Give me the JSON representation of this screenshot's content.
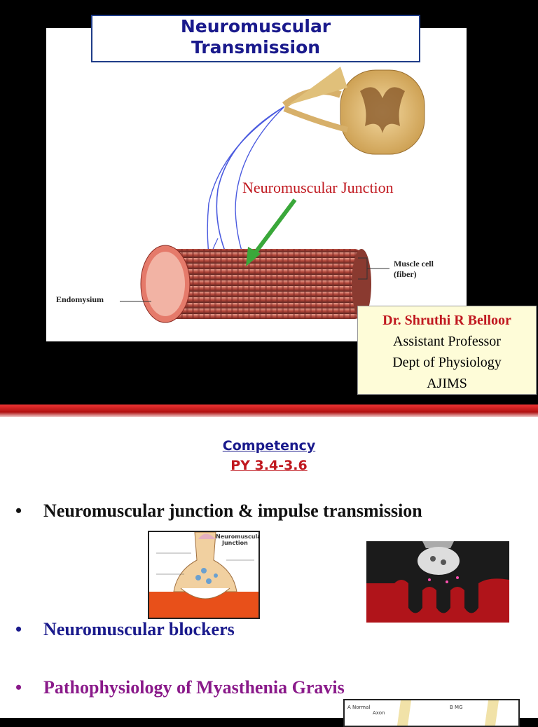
{
  "slide1": {
    "title_line1": "Neuromuscular",
    "title_line2": "Transmission",
    "figure": {
      "junction_label": "Neuromuscular Junction",
      "muscle_label_line1": "Muscle cell",
      "muscle_label_line2": "(fiber)",
      "endomysium_label": "Endomysium"
    },
    "author": {
      "name": "Dr. Shruthi R Belloor",
      "role": "Assistant Professor",
      "dept": "Dept of Physiology",
      "institution": "AJIMS"
    }
  },
  "slide2": {
    "competency_label": "Competency ",
    "competency_code": "PY 3.4-3.6",
    "bullets": [
      {
        "text": "Neuromuscular junction & impulse transmission",
        "color": "#111111"
      },
      {
        "text": "Neuromuscular blockers",
        "color": "#1a1a8c"
      },
      {
        "text": "Pathophysiology of Myasthenia Gravis",
        "color": "#8a1a8a"
      }
    ],
    "inset_nmj": {
      "title_line1": "Neuromuscular",
      "title_line2": "Junction"
    },
    "inset_mg": {
      "label_normal": "A Normal",
      "label_mg": "B MG",
      "label_axon": "Axon"
    }
  },
  "colors": {
    "title_blue": "#1a1a8c",
    "accent_red": "#c0181f",
    "purple": "#8a1a8a",
    "author_box_bg": "#fefcd8"
  }
}
